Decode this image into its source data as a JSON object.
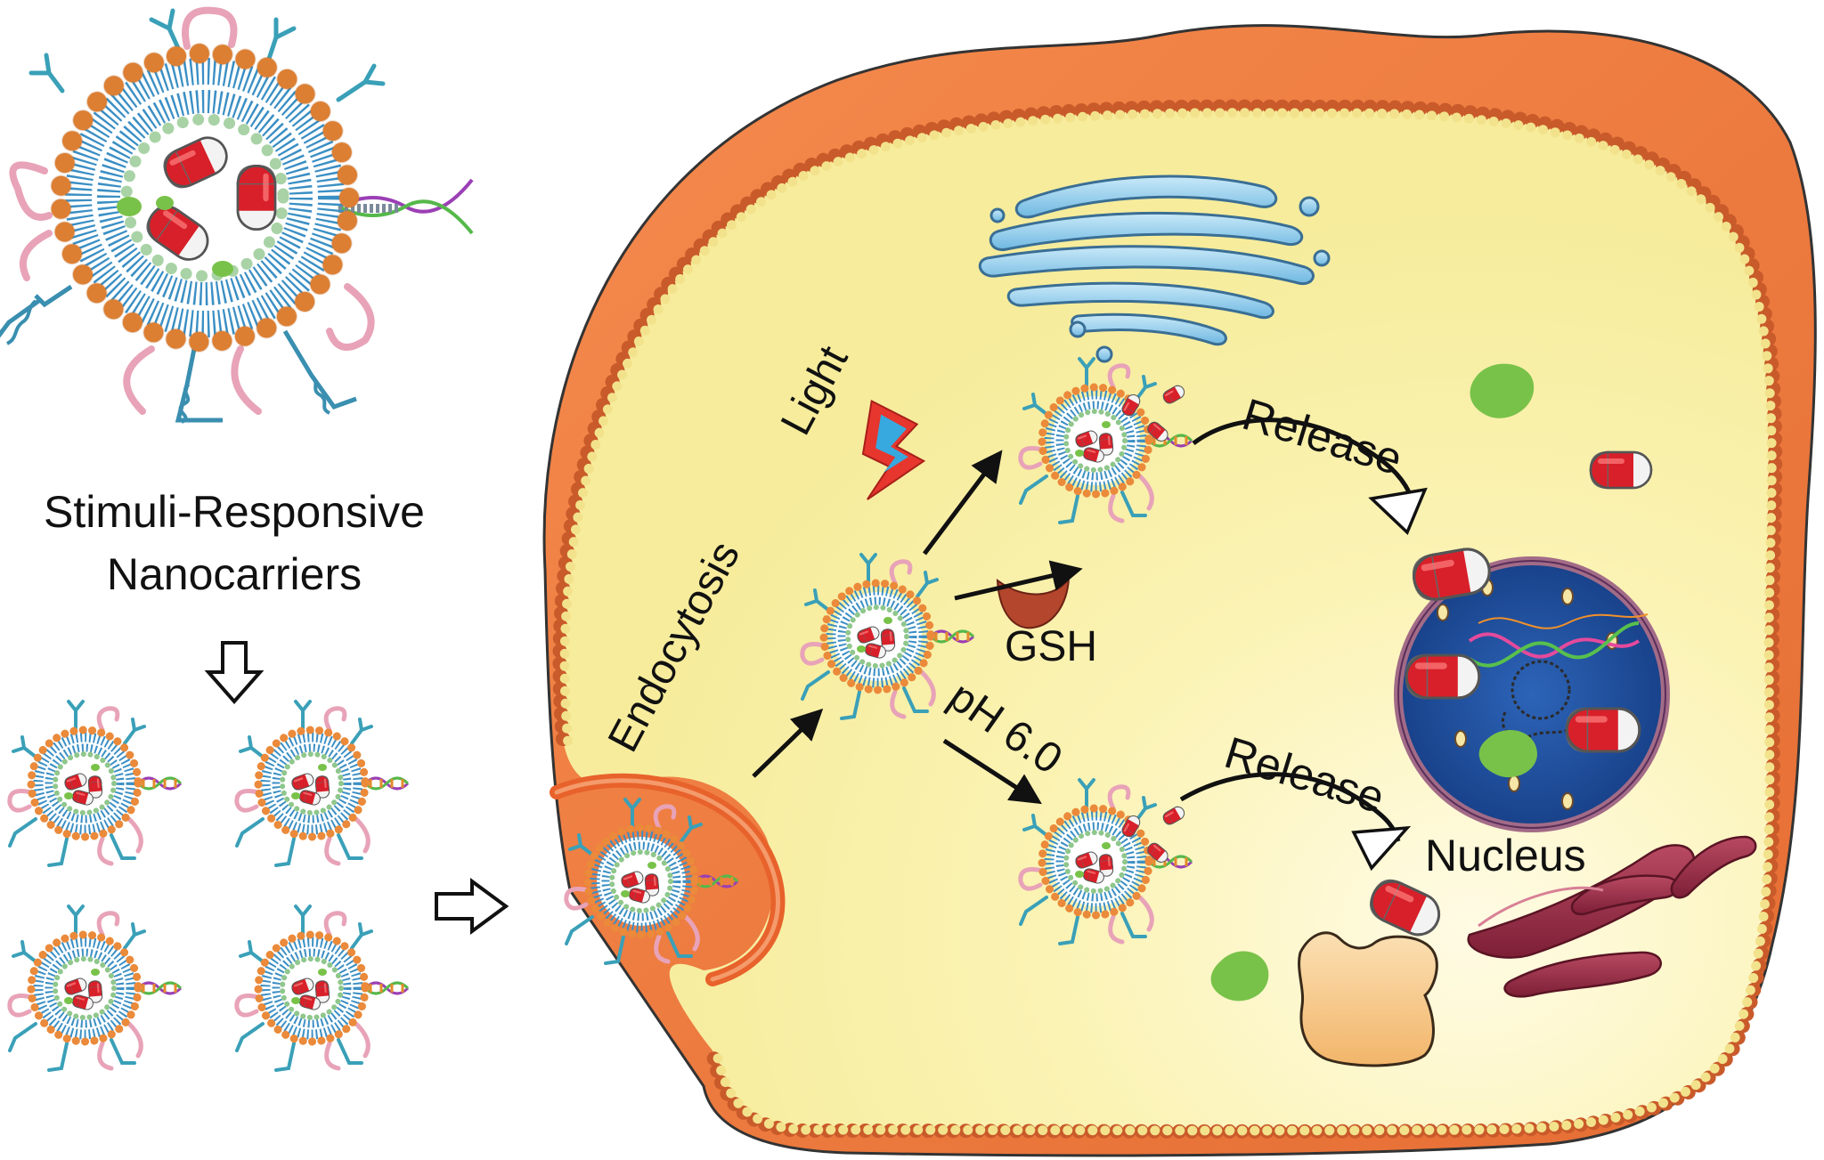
{
  "labels": {
    "nanocarrier_line1": "Stimuli-Responsive",
    "nanocarrier_line2": "Nanocarriers",
    "endocytosis": "Endocytosis",
    "light": "Light",
    "gsh": "GSH",
    "ph": "pH 6.0",
    "release_top": "Release",
    "release_bottom": "Release",
    "nucleus": "Nucleus"
  },
  "colors": {
    "membrane_outer": "#e8743c",
    "cell_membrane_bead": "#f3e28c",
    "cytoplasm": "#f7f0a6",
    "lipid_head": "#ea8a3a",
    "inner_bead": "#a9d3a6",
    "tail": "#3b8fc4",
    "capsule_red": "#d8202a",
    "capsule_white": "#f3f3f3",
    "nucleus": "#1f4fa0",
    "golgi": "#8cc8ea",
    "mitochondria": "#9c2a44",
    "green_blob": "#79c24a",
    "receptor": "#f6c88a",
    "lightning_red": "#e6362d",
    "lightning_blue": "#37a9df",
    "gsh_shape": "#b3462c"
  }
}
